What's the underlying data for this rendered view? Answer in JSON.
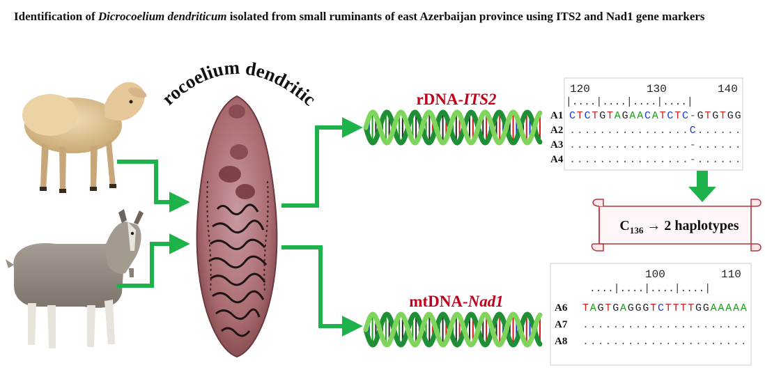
{
  "title": {
    "prefix": "Identification of ",
    "species": "Dicrocoelium dendriticum",
    "suffix": " isolated from small ruminants of east Azerbaijan province using ITS2 and Nad1 gene markers"
  },
  "parasite_label": "Dicrocoelium dendriticum",
  "colors": {
    "arrow": "#1db34a",
    "gene_label": "#c0001a",
    "base_A": "#1a9c1a",
    "base_C": "#1a3ad6",
    "base_G": "#222222",
    "base_T": "#d11a1a",
    "helix_strand_a": "#1f8f35",
    "helix_strand_b": "#7fd45c",
    "parasite": "#a86a6e"
  },
  "icons": [
    "sheep-image",
    "goat-image",
    "fluke-image",
    "dna-helix-icon",
    "scroll-banner"
  ],
  "its2": {
    "label_prefix": "rDNA-",
    "label_gene": "ITS2",
    "ruler_numbers": [
      "120",
      "130",
      "140"
    ],
    "ruler_marks": "|....|....|....|....|",
    "rows": [
      {
        "name": "A1",
        "seq": "CTCTGTAGAACATCTC-GTGTGG"
      },
      {
        "name": "A2",
        "seq": "................C......"
      },
      {
        "name": "A3",
        "seq": "................-......"
      },
      {
        "name": "A4",
        "seq": "................-......"
      }
    ]
  },
  "haplotype_note": {
    "prefix": "C",
    "subscript": "136",
    "suffix": " → 2 haplotypes"
  },
  "nad1": {
    "label_prefix": "mtDNA-",
    "label_gene": "Nad1",
    "ruler_numbers": [
      "100",
      "110"
    ],
    "ruler_marks": "....|....|....|....|",
    "rows": [
      {
        "name": "A6",
        "seq": "TAGTGAGGGTCTTTTGGAAAAA"
      },
      {
        "name": "A7",
        "seq": "......................"
      },
      {
        "name": "A8",
        "seq": "......................"
      }
    ]
  }
}
